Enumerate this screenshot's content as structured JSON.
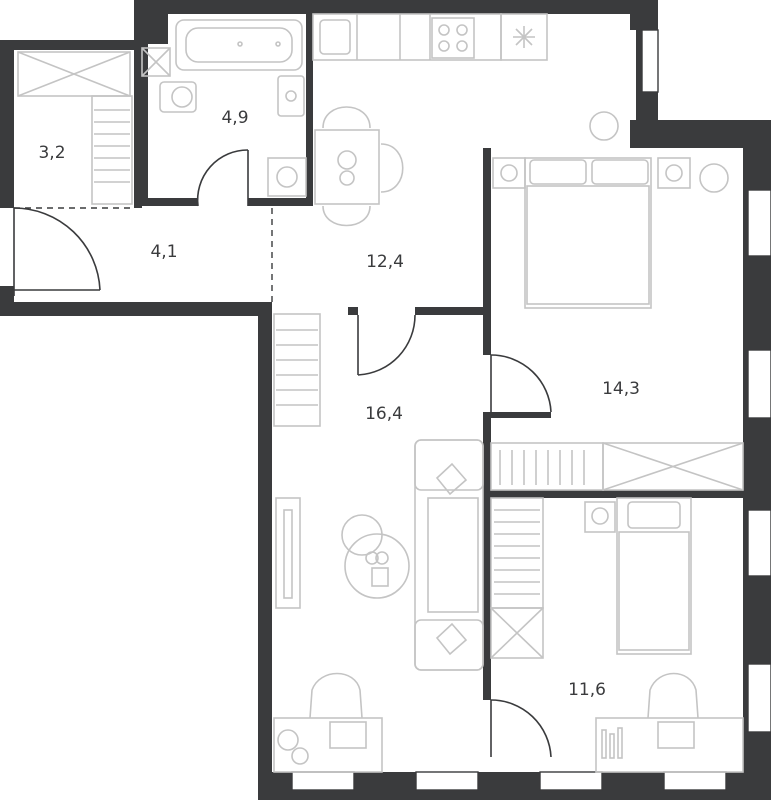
{
  "rooms": [
    {
      "id": "closet-left",
      "area": "3,2"
    },
    {
      "id": "bathroom",
      "area": "4,9"
    },
    {
      "id": "entry-hall",
      "area": "4,1"
    },
    {
      "id": "kitchen",
      "area": "12,4"
    },
    {
      "id": "master-bedroom",
      "area": "14,3"
    },
    {
      "id": "living-room",
      "area": "16,4"
    },
    {
      "id": "bedroom",
      "area": "11,6"
    }
  ],
  "colors": {
    "wall": "#3a3b3d",
    "furniture": "#c4c4c4",
    "background": "#ffffff"
  }
}
